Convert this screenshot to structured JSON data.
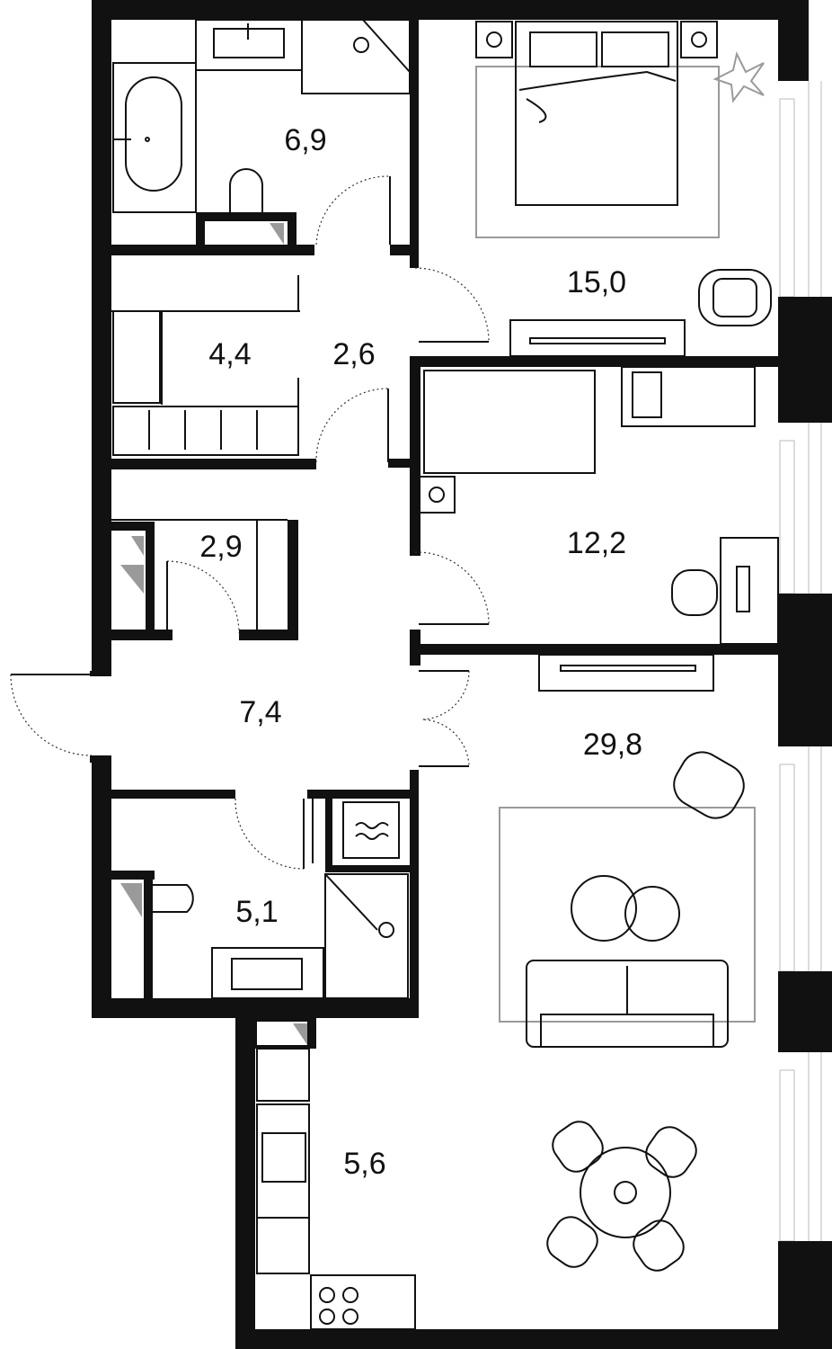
{
  "rooms": [
    {
      "id": "bathroom",
      "area": "6,9"
    },
    {
      "id": "bedroom_main",
      "area": "15,0"
    },
    {
      "id": "closet",
      "area": "4,4"
    },
    {
      "id": "corridor",
      "area": "2,6"
    },
    {
      "id": "storage",
      "area": "2,9"
    },
    {
      "id": "bedroom_second",
      "area": "12,2"
    },
    {
      "id": "hall",
      "area": "7,4"
    },
    {
      "id": "living",
      "area": "29,8"
    },
    {
      "id": "bathroom_second",
      "area": "5,1"
    },
    {
      "id": "kitchen",
      "area": "5,6"
    }
  ]
}
